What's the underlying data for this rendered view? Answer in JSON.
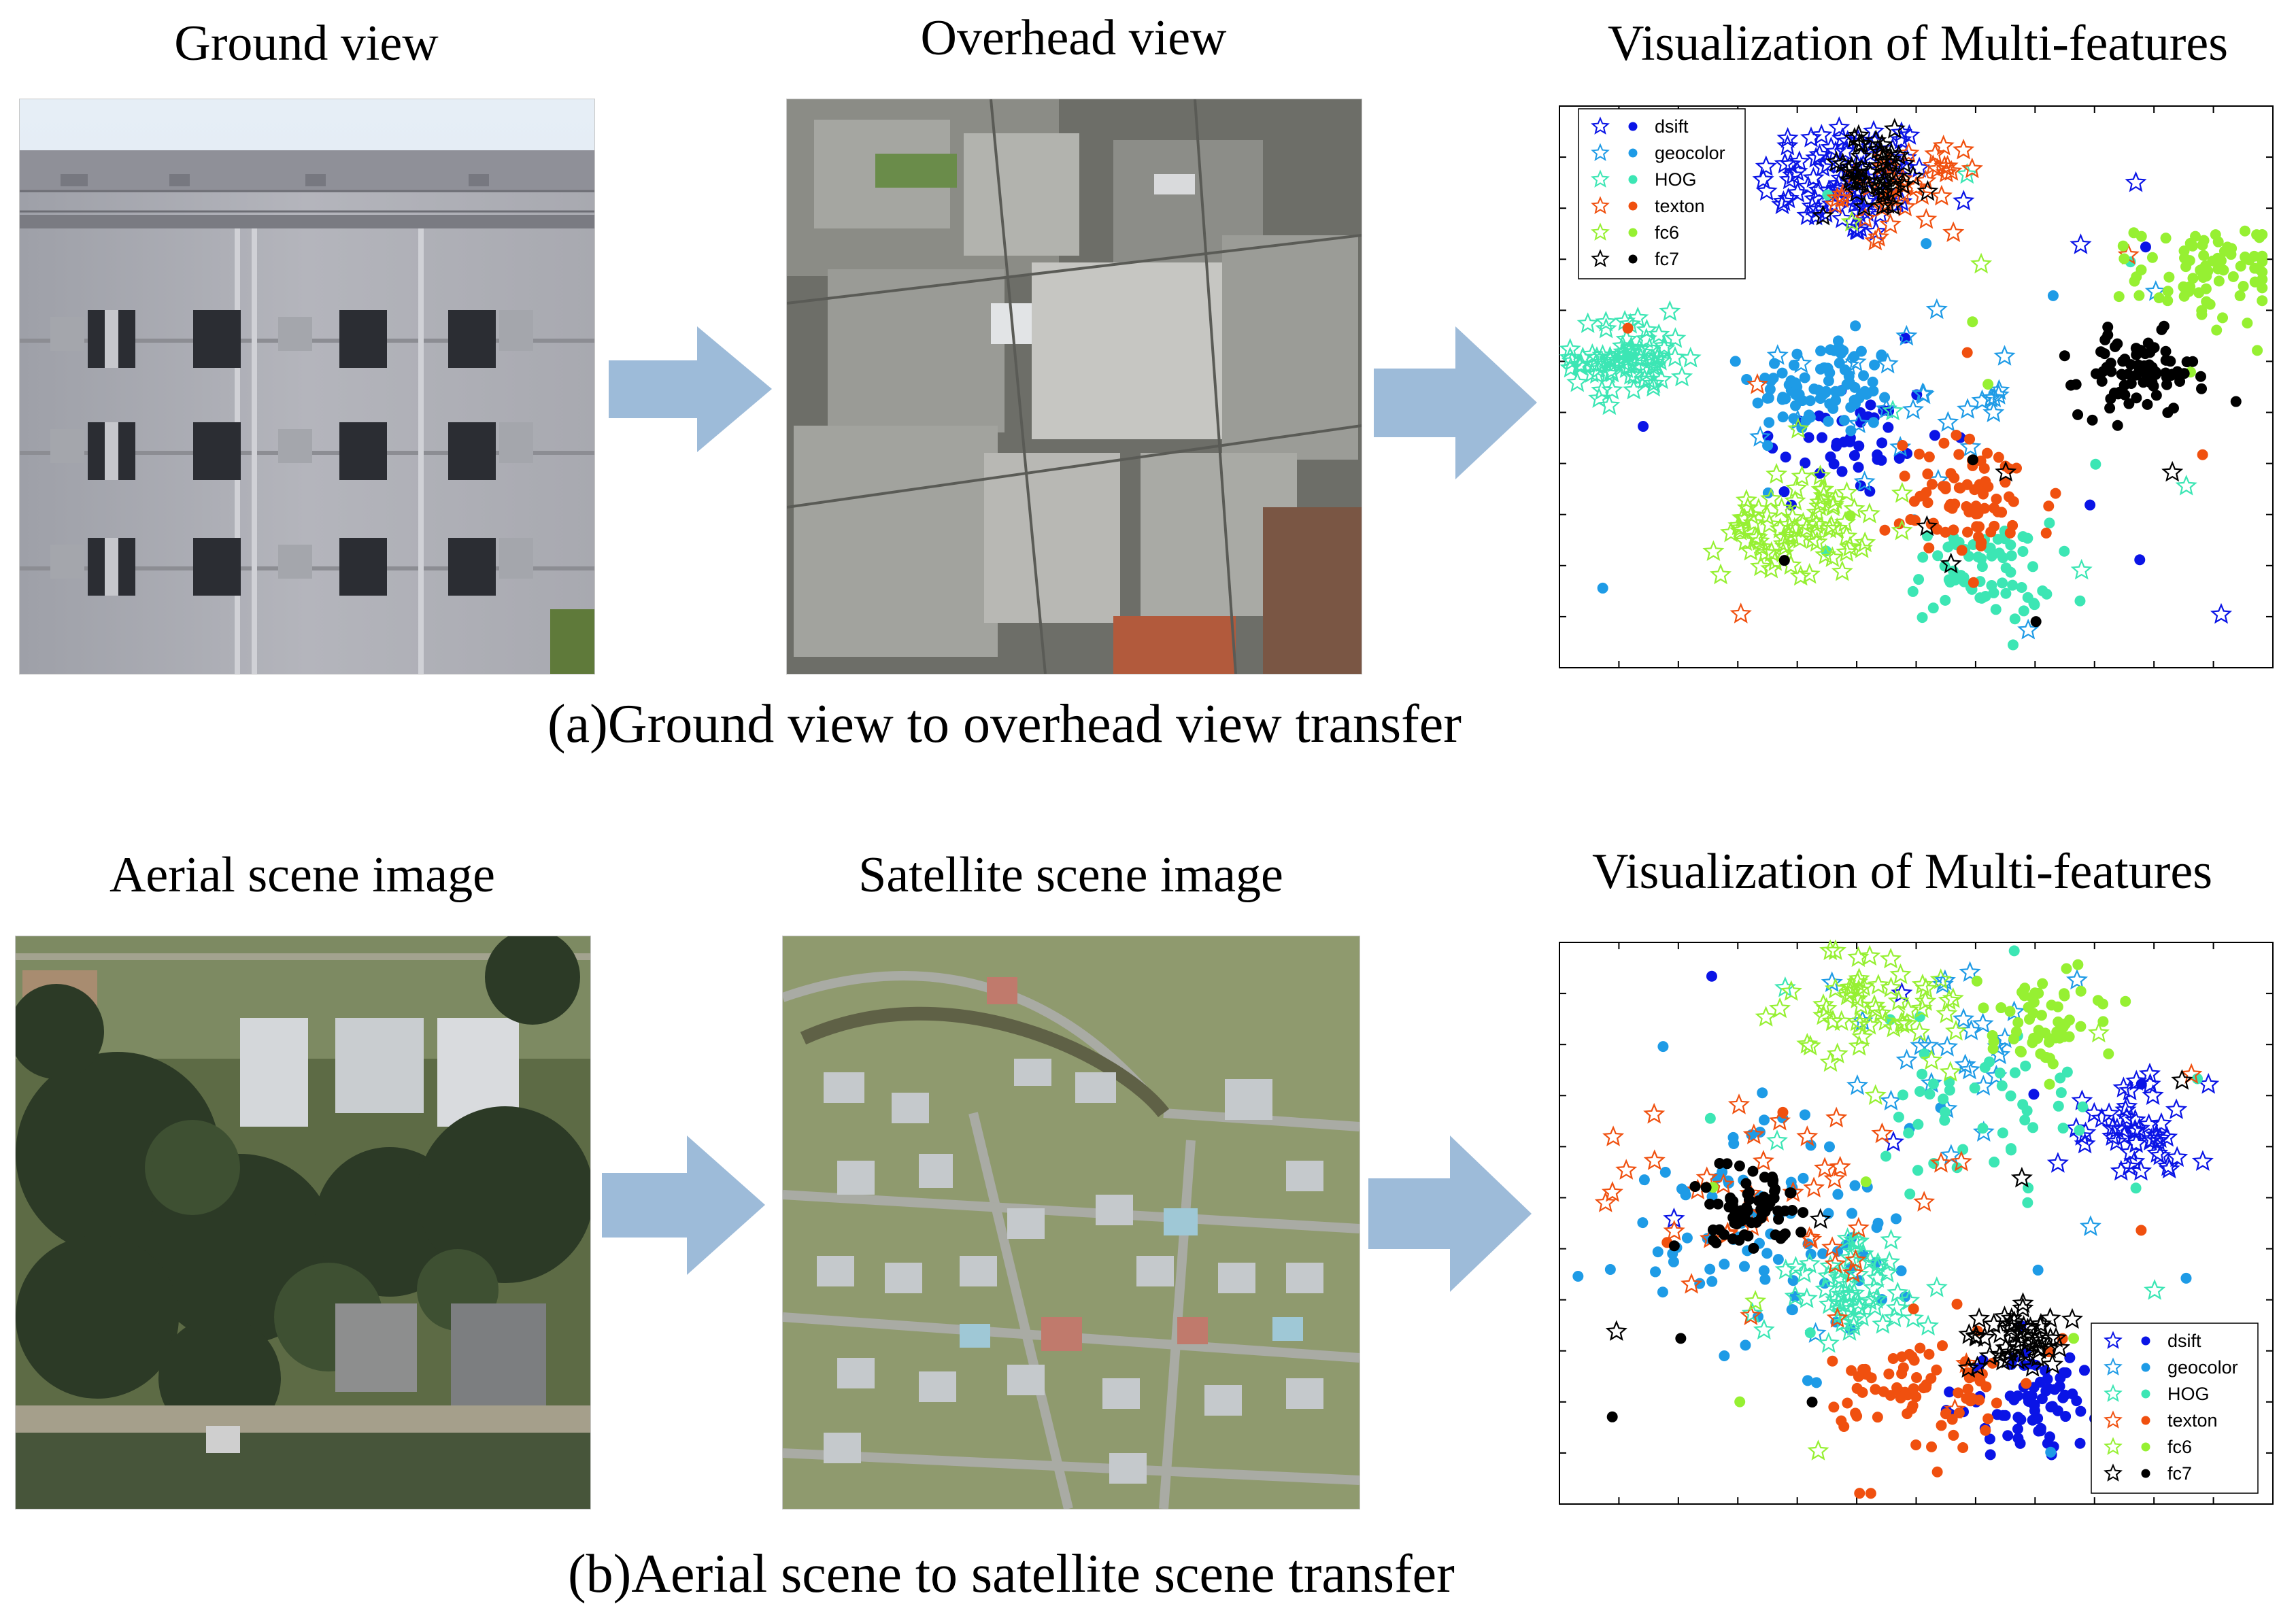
{
  "row_a": {
    "titles": {
      "ground": "Ground view",
      "overhead": "Overhead view",
      "viz": "Visualization of Multi-features"
    },
    "caption": "(a)Ground view to overhead view transfer"
  },
  "row_b": {
    "titles": {
      "aerial": "Aerial scene image",
      "satellite": "Satellite scene image",
      "viz": "Visualization of Multi-features"
    },
    "caption": "(b)Aerial scene to satellite scene transfer"
  },
  "legend": {
    "entries": [
      {
        "label": "dsift",
        "color": "#0a14e6"
      },
      {
        "label": "geocolor",
        "color": "#1e9be6"
      },
      {
        "label": "HOG",
        "color": "#3ce6b4"
      },
      {
        "label": "texton",
        "color": "#f0500f"
      },
      {
        "label": "fc6",
        "color": "#96f032"
      },
      {
        "label": "fc7",
        "color": "#000000"
      }
    ]
  },
  "chart_data": [
    {
      "type": "scatter",
      "title": "Visualization of Multi-features",
      "legend_position": "top-left",
      "marker_styles": [
        "star (hollow)",
        "dot (filled)"
      ],
      "xlim": [
        0,
        100
      ],
      "ylim": [
        0,
        100
      ],
      "series": [
        {
          "name": "dsift",
          "color": "#0a14e6",
          "clusters": [
            {
              "x": 40,
              "y": 87,
              "spread": 6,
              "n": 90,
              "marker": "star"
            },
            {
              "x": 40,
              "y": 40,
              "spread": 7,
              "n": 45,
              "marker": "dot"
            }
          ]
        },
        {
          "name": "geocolor",
          "color": "#1e9be6",
          "clusters": [
            {
              "x": 37,
              "y": 50,
              "spread": 5,
              "n": 90,
              "marker": "dot"
            },
            {
              "x": 48,
              "y": 47,
              "spread": 8,
              "n": 25,
              "marker": "star"
            }
          ]
        },
        {
          "name": "HOG",
          "color": "#3ce6b4",
          "clusters": [
            {
              "x": 10,
              "y": 55,
              "spread": 4,
              "n": 80,
              "marker": "star"
            },
            {
              "x": 59,
              "y": 17,
              "spread": 5,
              "n": 70,
              "marker": "dot"
            }
          ]
        },
        {
          "name": "texton",
          "color": "#f0500f",
          "clusters": [
            {
              "x": 48,
              "y": 85,
              "spread": 4,
              "n": 40,
              "marker": "star"
            },
            {
              "x": 58,
              "y": 30,
              "spread": 6,
              "n": 80,
              "marker": "dot"
            }
          ]
        },
        {
          "name": "fc6",
          "color": "#96f032",
          "clusters": [
            {
              "x": 33,
              "y": 25,
              "spread": 5,
              "n": 80,
              "marker": "star"
            },
            {
              "x": 91,
              "y": 70,
              "spread": 5,
              "n": 80,
              "marker": "dot"
            }
          ]
        },
        {
          "name": "fc7",
          "color": "#000000",
          "clusters": [
            {
              "x": 44,
              "y": 88,
              "spread": 4,
              "n": 50,
              "marker": "star"
            },
            {
              "x": 81,
              "y": 52,
              "spread": 4,
              "n": 80,
              "marker": "dot"
            }
          ]
        }
      ]
    },
    {
      "type": "scatter",
      "title": "Visualization of Multi-features",
      "legend_position": "bottom-right",
      "marker_styles": [
        "star (hollow)",
        "dot (filled)"
      ],
      "xlim": [
        0,
        100
      ],
      "ylim": [
        0,
        100
      ],
      "series": [
        {
          "name": "dsift",
          "color": "#0a14e6",
          "clusters": [
            {
              "x": 80,
              "y": 66,
              "spread": 5,
              "n": 50,
              "marker": "star"
            },
            {
              "x": 66,
              "y": 18,
              "spread": 5,
              "n": 70,
              "marker": "dot"
            }
          ]
        },
        {
          "name": "geocolor",
          "color": "#1e9be6",
          "clusters": [
            {
              "x": 30,
              "y": 48,
              "spread": 12,
              "n": 90,
              "marker": "dot"
            },
            {
              "x": 55,
              "y": 80,
              "spread": 8,
              "n": 25,
              "marker": "star"
            }
          ]
        },
        {
          "name": "HOG",
          "color": "#3ce6b4",
          "clusters": [
            {
              "x": 40,
              "y": 38,
              "spread": 5,
              "n": 60,
              "marker": "star"
            },
            {
              "x": 58,
              "y": 72,
              "spread": 9,
              "n": 50,
              "marker": "dot"
            }
          ]
        },
        {
          "name": "texton",
          "color": "#f0500f",
          "clusters": [
            {
              "x": 30,
              "y": 55,
              "spread": 10,
              "n": 40,
              "marker": "star"
            },
            {
              "x": 52,
              "y": 20,
              "spread": 7,
              "n": 80,
              "marker": "dot"
            }
          ]
        },
        {
          "name": "fc6",
          "color": "#96f032",
          "clusters": [
            {
              "x": 45,
              "y": 88,
              "spread": 6,
              "n": 60,
              "marker": "star"
            },
            {
              "x": 68,
              "y": 86,
              "spread": 5,
              "n": 60,
              "marker": "dot"
            }
          ]
        },
        {
          "name": "fc7",
          "color": "#000000",
          "clusters": [
            {
              "x": 65,
              "y": 30,
              "spread": 3,
              "n": 50,
              "marker": "star"
            },
            {
              "x": 27,
              "y": 52,
              "spread": 4,
              "n": 70,
              "marker": "dot"
            }
          ]
        }
      ]
    }
  ]
}
